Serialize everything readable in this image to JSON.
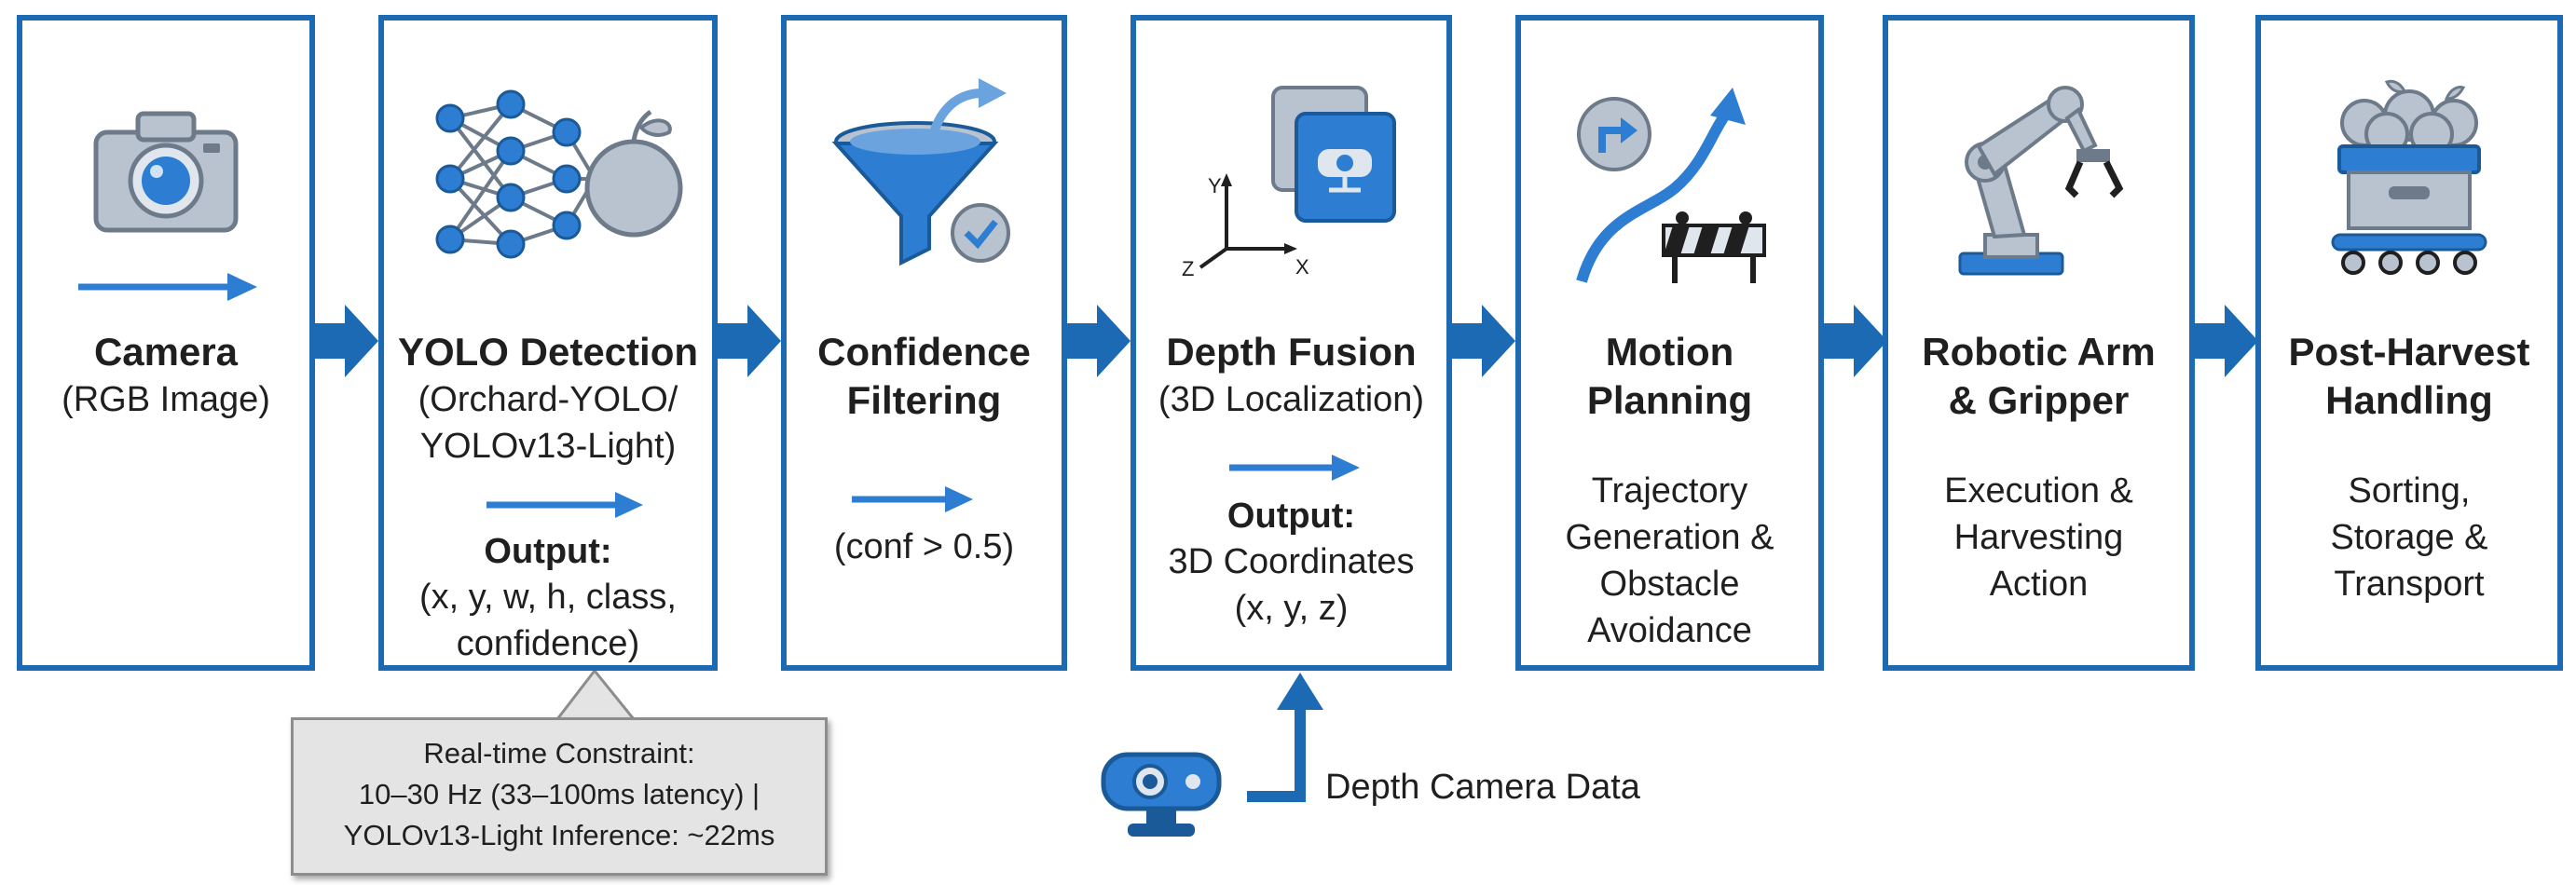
{
  "colors": {
    "accent": "#1b6ab3",
    "icon_blue": "#2d7dd2",
    "icon_gray": "#b9c3cf",
    "note_bg": "#e4e4e4"
  },
  "stages": [
    {
      "icon": "camera-icon",
      "title": [
        "Camera"
      ],
      "sub": [
        "(RGB Image)"
      ]
    },
    {
      "icon": "neural-network-apple-icon",
      "title": [
        "YOLO Detection"
      ],
      "sub": [
        "(Orchard-YOLO/",
        "YOLOv13-Light)"
      ],
      "output_label": "Output:",
      "output": [
        "(x, y, w, h, class,",
        "confidence)"
      ]
    },
    {
      "icon": "funnel-filter-icon",
      "title": [
        "Confidence",
        "Filtering"
      ],
      "sub": [
        "(conf > 0.5)"
      ]
    },
    {
      "icon": "3d-axes-camera-icon",
      "title": [
        "Depth Fusion"
      ],
      "sub": [
        "(3D Localization)"
      ],
      "output_label": "Output:",
      "output": [
        "3D Coordinates",
        "(x, y, z)"
      ]
    },
    {
      "icon": "path-planning-barrier-icon",
      "title": [
        "Motion",
        "Planning"
      ],
      "sub": [
        "Trajectory",
        "Generation &",
        "Obstacle",
        "Avoidance"
      ]
    },
    {
      "icon": "robotic-arm-icon",
      "title": [
        "Robotic Arm",
        "& Gripper"
      ],
      "sub": [
        "Execution &",
        "Harvesting",
        "Action"
      ]
    },
    {
      "icon": "fruit-crate-conveyor-icon",
      "title": [
        "Post-Harvest",
        "Handling"
      ],
      "sub": [
        "Sorting,",
        "Storage &",
        "Transport"
      ]
    }
  ],
  "note": {
    "lines": [
      "Real-time Constraint:",
      "10–30 Hz (33–100ms latency) |",
      "YOLOv13-Light Inference: ~22ms"
    ]
  },
  "depth_input": {
    "label": "Depth Camera Data",
    "icon": "depth-camera-icon"
  }
}
